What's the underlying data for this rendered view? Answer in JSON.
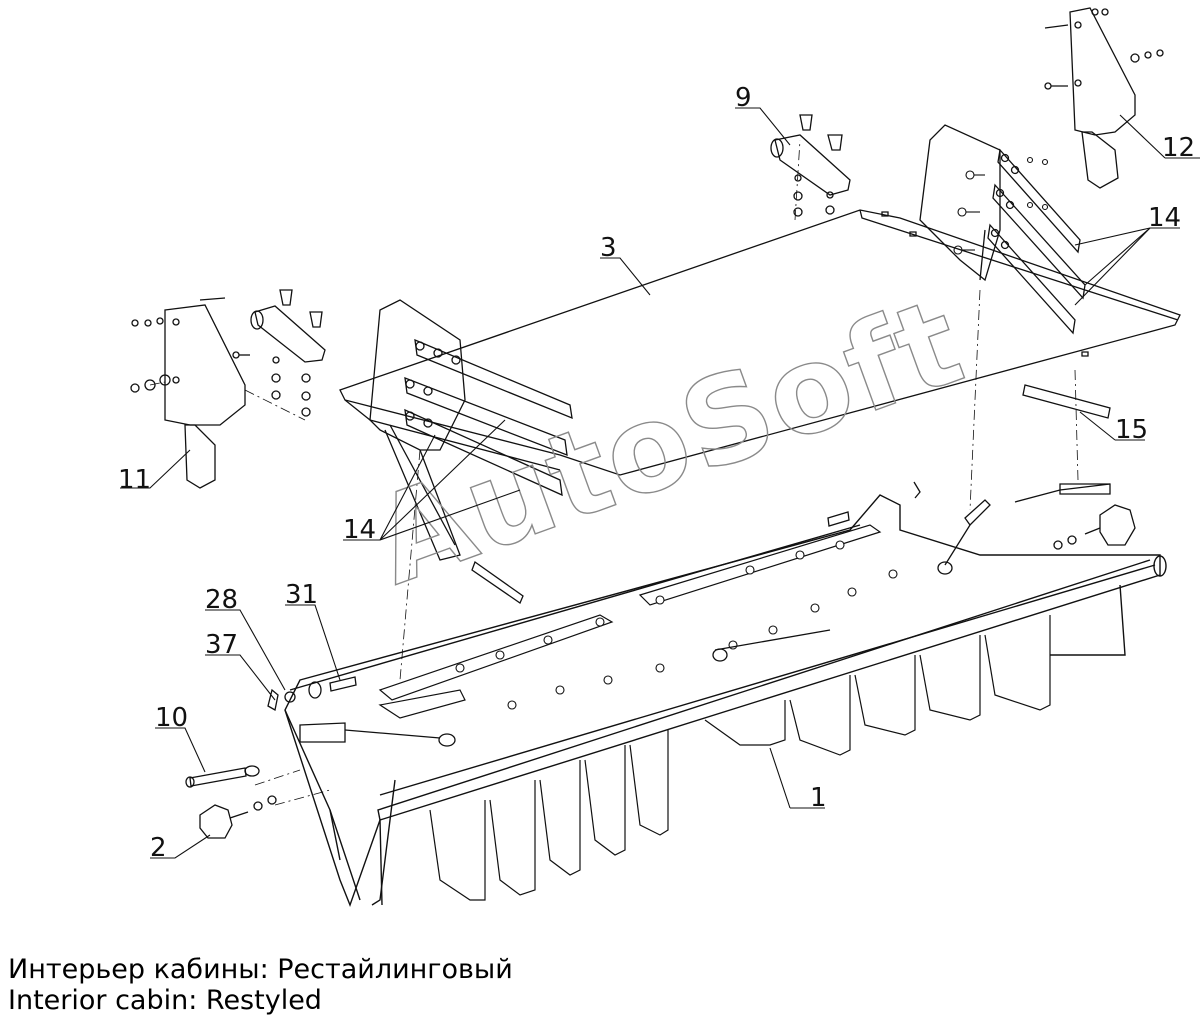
{
  "watermark": "AutoSoft",
  "callouts": {
    "c1": "1",
    "c2": "2",
    "c3": "3",
    "c9": "9",
    "c10": "10",
    "c11": "11",
    "c12": "12",
    "c14a": "14",
    "c14b": "14",
    "c15": "15",
    "c28": "28",
    "c31": "31",
    "c37": "37"
  },
  "caption": {
    "ru": "Интерьер кабины: Рестайлинговый",
    "en": "Interior cabin: Restyled"
  }
}
